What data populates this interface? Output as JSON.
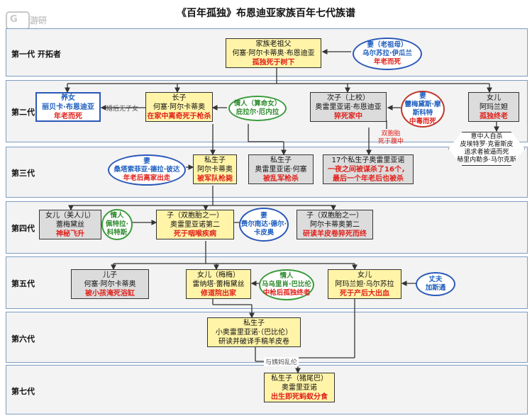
{
  "title": "《百年孤独》布恩迪亚家族百年七代族谱",
  "watermark": "游研社",
  "generations": [
    "第一代 开拓者",
    "第二代",
    "第三代",
    "第四代",
    "第五代",
    "第六代",
    "第七代"
  ],
  "gen1": {
    "founder": [
      "家族老祖父",
      "何塞·阿尔卡蒂奥·布恩迪亚",
      "孤独死于树下"
    ],
    "wife": [
      "妻（老祖母）",
      "乌尔苏拉·伊瓜兰",
      "年老而死"
    ]
  },
  "gen2": {
    "adopted": [
      "养女",
      "丽贝卡·布恩迪亚",
      "年老而死"
    ],
    "note_married": "婚后无子女",
    "eldest": [
      "长子",
      "何塞·阿尔卡蒂奥",
      "在家中离奇死于枪杀"
    ],
    "lover": [
      "情人（算命女）",
      "庇拉尔·厄内拉"
    ],
    "second": [
      "次子（上校）",
      "奥雷里亚诺·布恩迪亚",
      "猝死家中"
    ],
    "second_wife": [
      "妻",
      "蕾梅黛斯·摩",
      "斯科特",
      "中毒而死"
    ],
    "daughter": [
      "女儿",
      "阿玛兰妲",
      "孤独终老"
    ],
    "twins_note": [
      "双胞胎",
      "死于腹中"
    ],
    "hex": [
      "意中人自杀",
      "皮埃特罗·克雷斯皮",
      "追求者被逼而死",
      "赫里内勒多·马尔克斯"
    ]
  },
  "gen3": {
    "wife": [
      "妻",
      "桑塔索菲亚·德拉·彼达",
      "年老后离家出走"
    ],
    "illegit1": [
      "私生子",
      "阿尔卡蒂奥",
      "被军队枪毙"
    ],
    "illegit2": [
      "私生子",
      "奥雷里亚诺·何塞",
      "被乱军枪杀"
    ],
    "seventeen": [
      "17个私生子奥雷里亚诺",
      "一夜之间被谋杀了16个，",
      "最后一个年老后也被杀"
    ]
  },
  "gen4": {
    "daughter": [
      "女儿（美人儿）",
      "蕾梅黛丝",
      "神秘飞升"
    ],
    "lover": [
      "情人",
      "佩特拉·",
      "科特斯"
    ],
    "twin1": [
      "子（双胞胎之一）",
      "奥雷里亚诺第二",
      "死于咽喉疾病"
    ],
    "wife": [
      "妻",
      "费尔南达·德尔·",
      "卡皮奥"
    ],
    "twin2": [
      "子（双胞胎之一）",
      "阿尔卡蒂奥第二",
      "研读羊皮卷猝死而终"
    ]
  },
  "gen5": {
    "son": [
      "儿子",
      "何塞·阿尔卡蒂奥",
      "被小孩淹死浴缸"
    ],
    "daughter_meme": [
      "女儿（梅梅）",
      "雷纳塔·蕾梅黛丝",
      "修道院出家"
    ],
    "lover": [
      "情人",
      "马乌里肖·巴比伦",
      "中枪后孤独终老"
    ],
    "daughter_amaranta": [
      "女儿",
      "阿玛兰妲·乌尔苏拉",
      "死于产后大出血"
    ],
    "husband": [
      "丈夫",
      "加斯通"
    ]
  },
  "gen6": {
    "illegit": [
      "私生子",
      "小奥雷里亚诺·（巴比伦）",
      "研读并破译手稿羊皮卷"
    ],
    "incest_note": "与姨妈乱伦"
  },
  "gen7": {
    "illegit": [
      "私生子（猪尾巴）",
      "奥雷里亚诺",
      "出生即死蚂蚁分食"
    ]
  }
}
